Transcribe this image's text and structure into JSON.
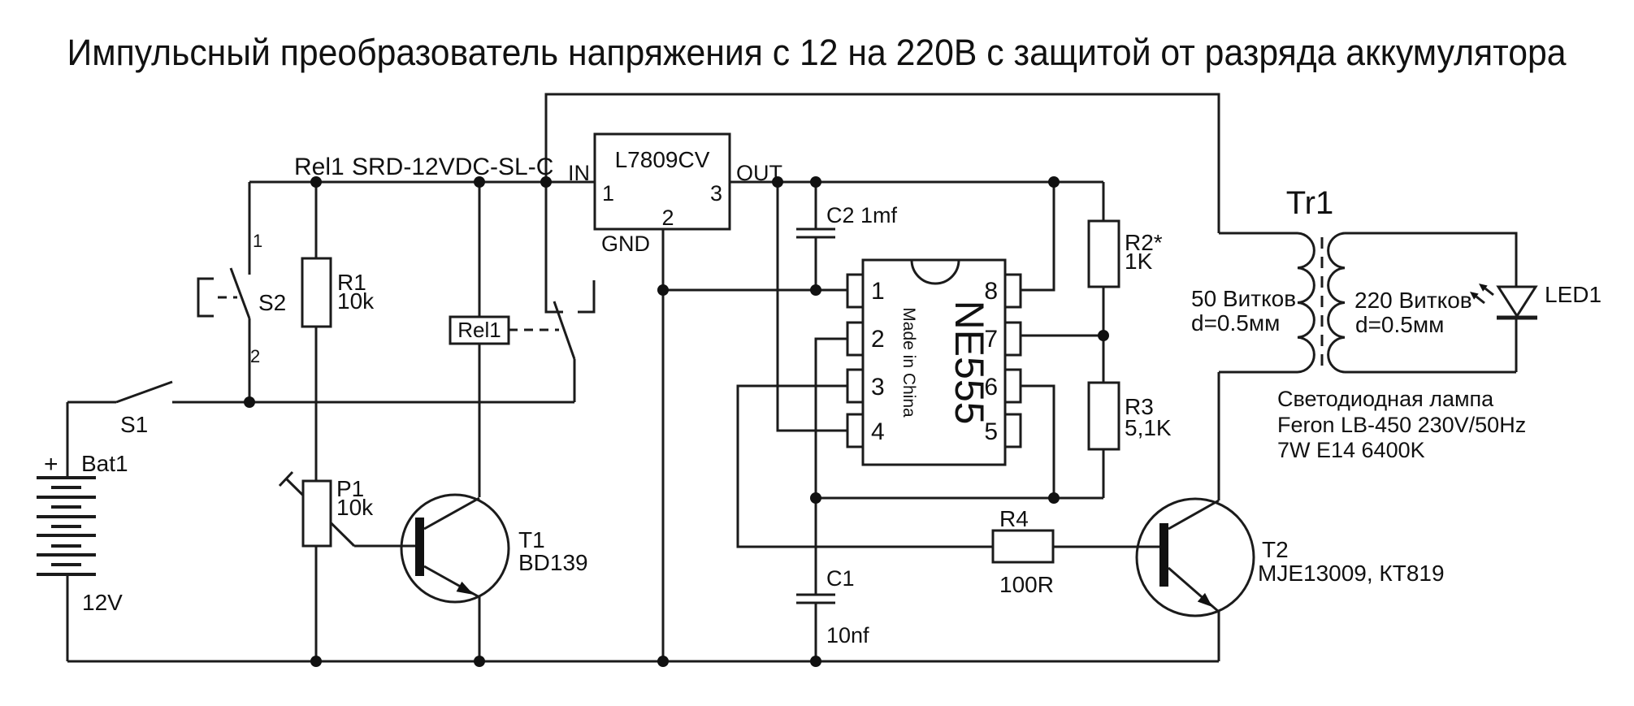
{
  "title": "Импульсный преобразователь напряжения с 12 на 220В с защитой от разряда аккумулятора",
  "relay_heading": {
    "name": "Rel1",
    "part": "SRD-12VDC-SL-C"
  },
  "regulator": {
    "part": "L7809CV",
    "pin_in": "IN",
    "pin_out": "OUT",
    "pin_gnd": "GND",
    "p1": "1",
    "p2": "2",
    "p3": "3"
  },
  "timer": {
    "part": "NE555",
    "origin": "Made in China",
    "pins": {
      "p1": "1",
      "p2": "2",
      "p3": "3",
      "p4": "4",
      "p5": "5",
      "p6": "6",
      "p7": "7",
      "p8": "8"
    }
  },
  "resistors": {
    "r1": {
      "name": "R1",
      "value": "10k"
    },
    "r2": {
      "name": "R2*",
      "value": "1K"
    },
    "r3": {
      "name": "R3",
      "value": "5,1K"
    },
    "r4": {
      "name": "R4",
      "value": "100R"
    },
    "p1": {
      "name": "P1",
      "value": "10k"
    }
  },
  "capacitors": {
    "c1": {
      "name": "C1",
      "value": "10nf"
    },
    "c2": {
      "label": "C2 1mf"
    }
  },
  "transistors": {
    "t1": {
      "name": "T1",
      "part": "BD139"
    },
    "t2": {
      "name": "T2",
      "part": "MJE13009, КТ819"
    }
  },
  "battery": {
    "plus": "+",
    "name": "Bat1",
    "voltage": "12V"
  },
  "switches": {
    "s1": "S1",
    "s2": "S2",
    "s2_terminal1": "1",
    "s2_terminal2": "2"
  },
  "relay_coil": {
    "name": "Rel1"
  },
  "transformer": {
    "name": "Tr1",
    "primary_line1": "50 Витков",
    "primary_line2": "d=0.5мм",
    "secondary_line1": "220 Витков",
    "secondary_line2": "d=0.5мм"
  },
  "led": {
    "name": "LED1"
  },
  "lamp": {
    "line1": "Светодиодная лампа",
    "line2": "Feron LB-450 230V/50Hz",
    "line3": "7W E14 6400K"
  },
  "colors": {
    "ink": "#1b1b1b",
    "background": "#ffffff"
  }
}
